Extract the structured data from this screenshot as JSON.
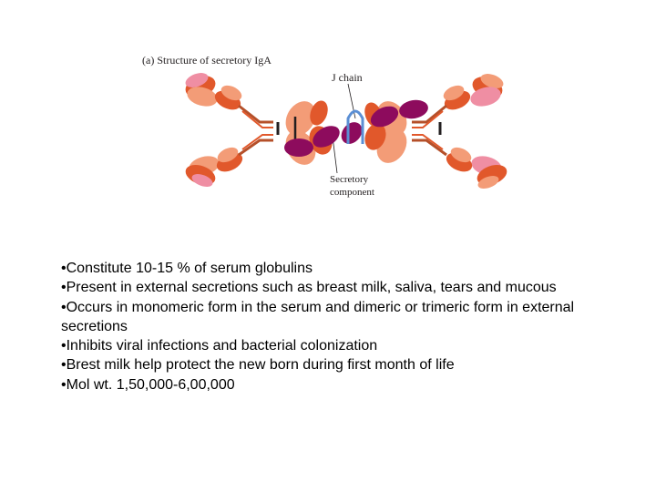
{
  "figure": {
    "caption": "(a) Structure of secretory IgA",
    "j_chain_label": "J chain",
    "secretory_component_label_line1": "Secretory",
    "secretory_component_label_line2": "component",
    "colors": {
      "heavy_chain_light": "#f39c77",
      "heavy_chain_dark": "#e1582b",
      "light_chain": "#ef8ea3",
      "secretory_component": "#8d0b5d",
      "j_chain": "#5b8fd4",
      "hinge": "#b5502a"
    }
  },
  "bullets": [
    "Constitute 10-15 % of serum globulins",
    "Present in external secretions such as breast milk, saliva, tears and mucous",
    "Occurs in monomeric form in the serum and dimeric or trimeric form in external secretions",
    "Inhibits viral infections and bacterial colonization",
    "Brest milk help protect the new born during first month of life",
    "Mol wt. 1,50,000-6,00,000"
  ]
}
